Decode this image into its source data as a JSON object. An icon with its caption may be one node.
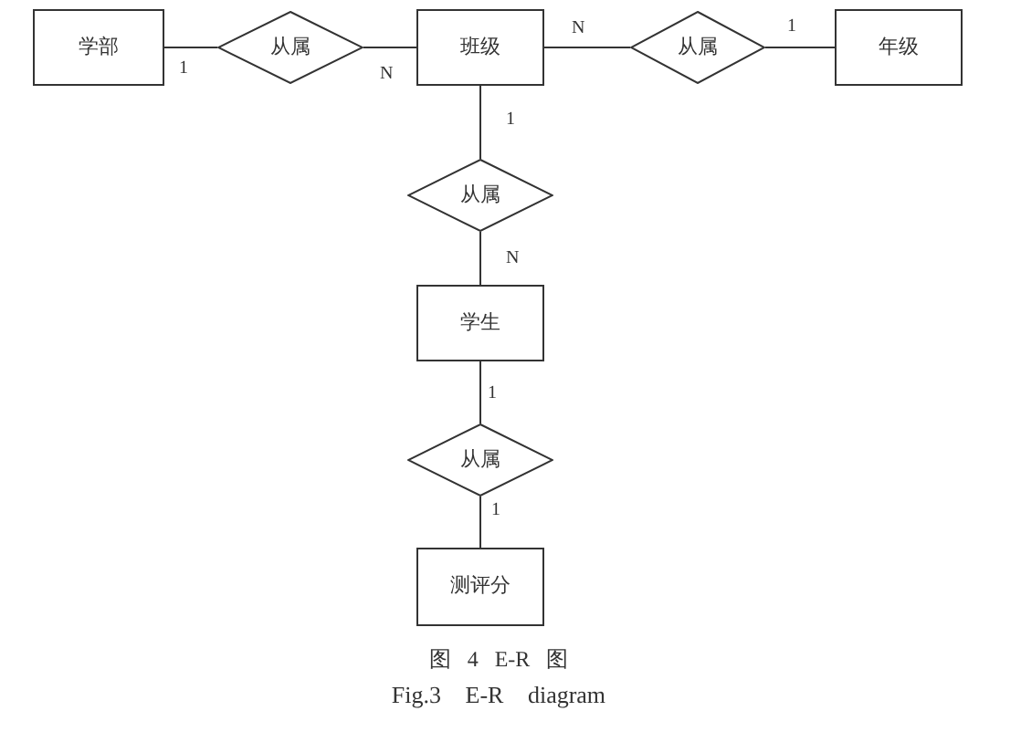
{
  "diagram": {
    "caption": "图 4 E-R 图",
    "nodes": [
      {
        "text": [
          "学部"
        ]
      },
      {
        "text": [
          "从属"
        ]
      },
      {
        "text": [
          "班级"
        ]
      },
      {
        "text": [
          "从属"
        ]
      },
      {
        "text": [
          "年级"
        ]
      },
      {
        "text": [
          "从属"
        ]
      },
      {
        "text": [
          "学生"
        ]
      },
      {
        "text": [
          "从属"
        ]
      },
      {
        "text": [
          "测评分"
        ]
      }
    ],
    "edges": [
      {
        "from": 0,
        "to": 1,
        "arrow": "none",
        "label": "1"
      },
      {
        "from": 1,
        "to": 2,
        "arrow": "none",
        "label": "N"
      },
      {
        "from": 2,
        "to": 3,
        "arrow": "none",
        "label": "N"
      },
      {
        "from": 3,
        "to": 4,
        "arrow": "none",
        "label": "1"
      },
      {
        "from": 2,
        "to": 5,
        "arrow": "none",
        "label": "1"
      },
      {
        "from": 5,
        "to": 6,
        "arrow": "none",
        "label": "N"
      },
      {
        "from": 6,
        "to": 7,
        "arrow": "none",
        "label": "1"
      },
      {
        "from": 7,
        "to": 8,
        "arrow": "none",
        "label": "1"
      }
    ],
    "labels": [
      "Fig.3 E-R diagram"
    ]
  }
}
